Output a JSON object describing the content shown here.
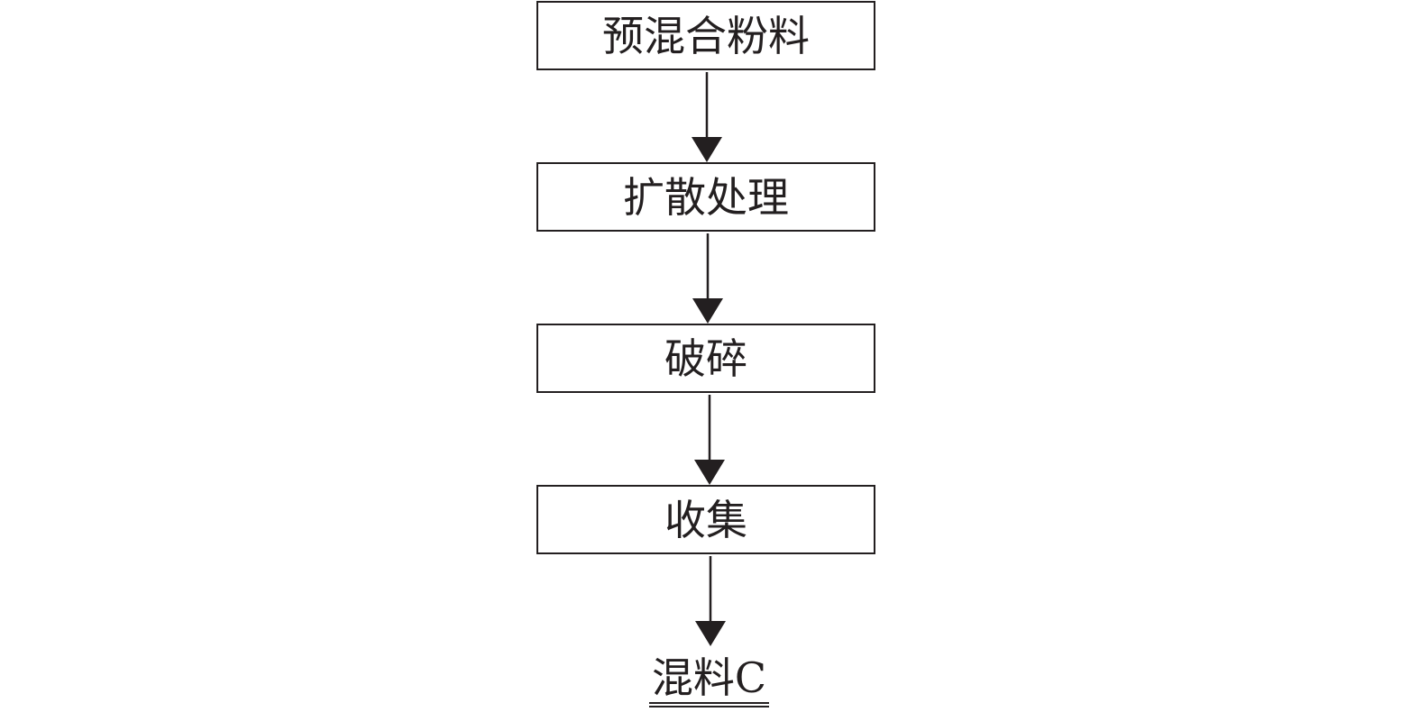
{
  "flowchart": {
    "steps": [
      {
        "label": "预混合粉料"
      },
      {
        "label": "扩散处理"
      },
      {
        "label": "破碎"
      },
      {
        "label": "收集"
      }
    ],
    "result": {
      "label": "混料C"
    }
  },
  "colors": {
    "line": "#231f20",
    "background": "#ffffff"
  }
}
